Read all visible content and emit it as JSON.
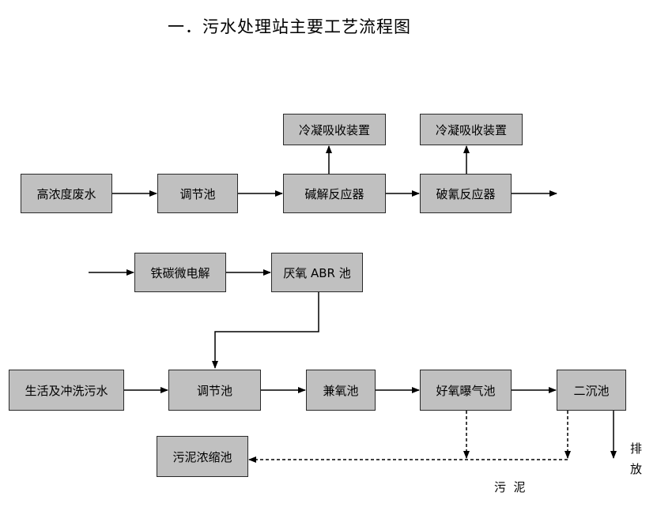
{
  "title": "一．污水处理站主要工艺流程图",
  "nodes": {
    "high_conc_wastewater": "高浓度废水",
    "regulating_tank_1": "调节池",
    "alkali_reactor": "碱解反应器",
    "condensate_absorber_1": "冷凝吸收装置",
    "cyanide_reactor": "破氰反应器",
    "condensate_absorber_2": "冷凝吸收装置",
    "iron_carbon_electrolysis": "铁碳微电解",
    "anaerobic_abr_tank": "厌氧 ABR 池",
    "domestic_flush_wastewater": "生活及冲洗污水",
    "regulating_tank_2": "调节池",
    "facultative_tank": "兼氧池",
    "aerobic_aeration_tank": "好氧曝气池",
    "secondary_clarifier": "二沉池",
    "sludge_thickener": "污泥浓缩池"
  },
  "labels": {
    "discharge": "排\n放",
    "sludge": "污  泥"
  }
}
